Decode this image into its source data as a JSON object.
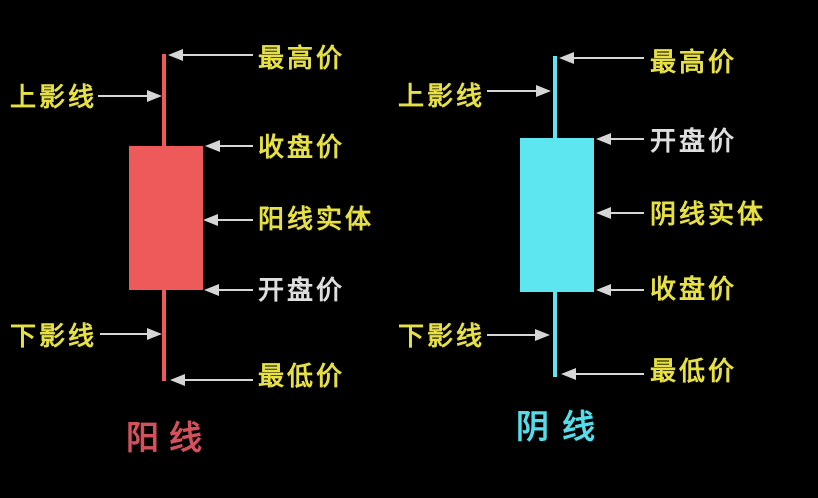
{
  "diagram": {
    "left_candle": {
      "type": "bullish",
      "caption": "阳线",
      "labels": {
        "highest": "最高价",
        "upper_shadow": "上影线",
        "close": "收盘价",
        "body": "阳线实体",
        "open": "开盘价",
        "lower_shadow": "下影线",
        "lowest": "最低价"
      }
    },
    "right_candle": {
      "type": "bearish",
      "caption": "阴线",
      "labels": {
        "highest": "最高价",
        "upper_shadow": "上影线",
        "open": "开盘价",
        "body": "阴线实体",
        "close": "收盘价",
        "lower_shadow": "下影线",
        "lowest": "最低价"
      }
    },
    "colors": {
      "background": "#000000",
      "bullish_body": "#ee5a5a",
      "bearish_body": "#5ee6f0",
      "label_yellow": "#e6e044",
      "label_white": "#dedede",
      "arrow": "#d6d6d6",
      "bullish_caption": "#d4515c",
      "bearish_caption": "#55dcea"
    }
  }
}
